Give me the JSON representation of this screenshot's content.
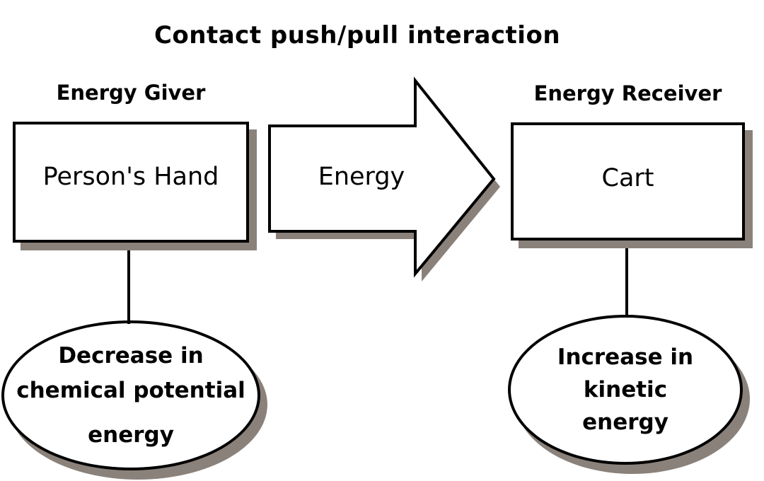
{
  "title": "Contact push/pull interaction",
  "colors": {
    "stroke": "#000000",
    "fill": "#ffffff",
    "shadow": "#8a817b"
  },
  "giver": {
    "role_label": "Energy Giver",
    "name": "Person's Hand",
    "energy_change_lines": [
      "Decrease in",
      "chemical potential",
      "energy"
    ]
  },
  "transfer": {
    "label": "Energy"
  },
  "receiver": {
    "role_label": "Energy Receiver",
    "name": "Cart",
    "energy_change_lines": [
      "Increase in",
      "kinetic",
      "energy"
    ]
  }
}
